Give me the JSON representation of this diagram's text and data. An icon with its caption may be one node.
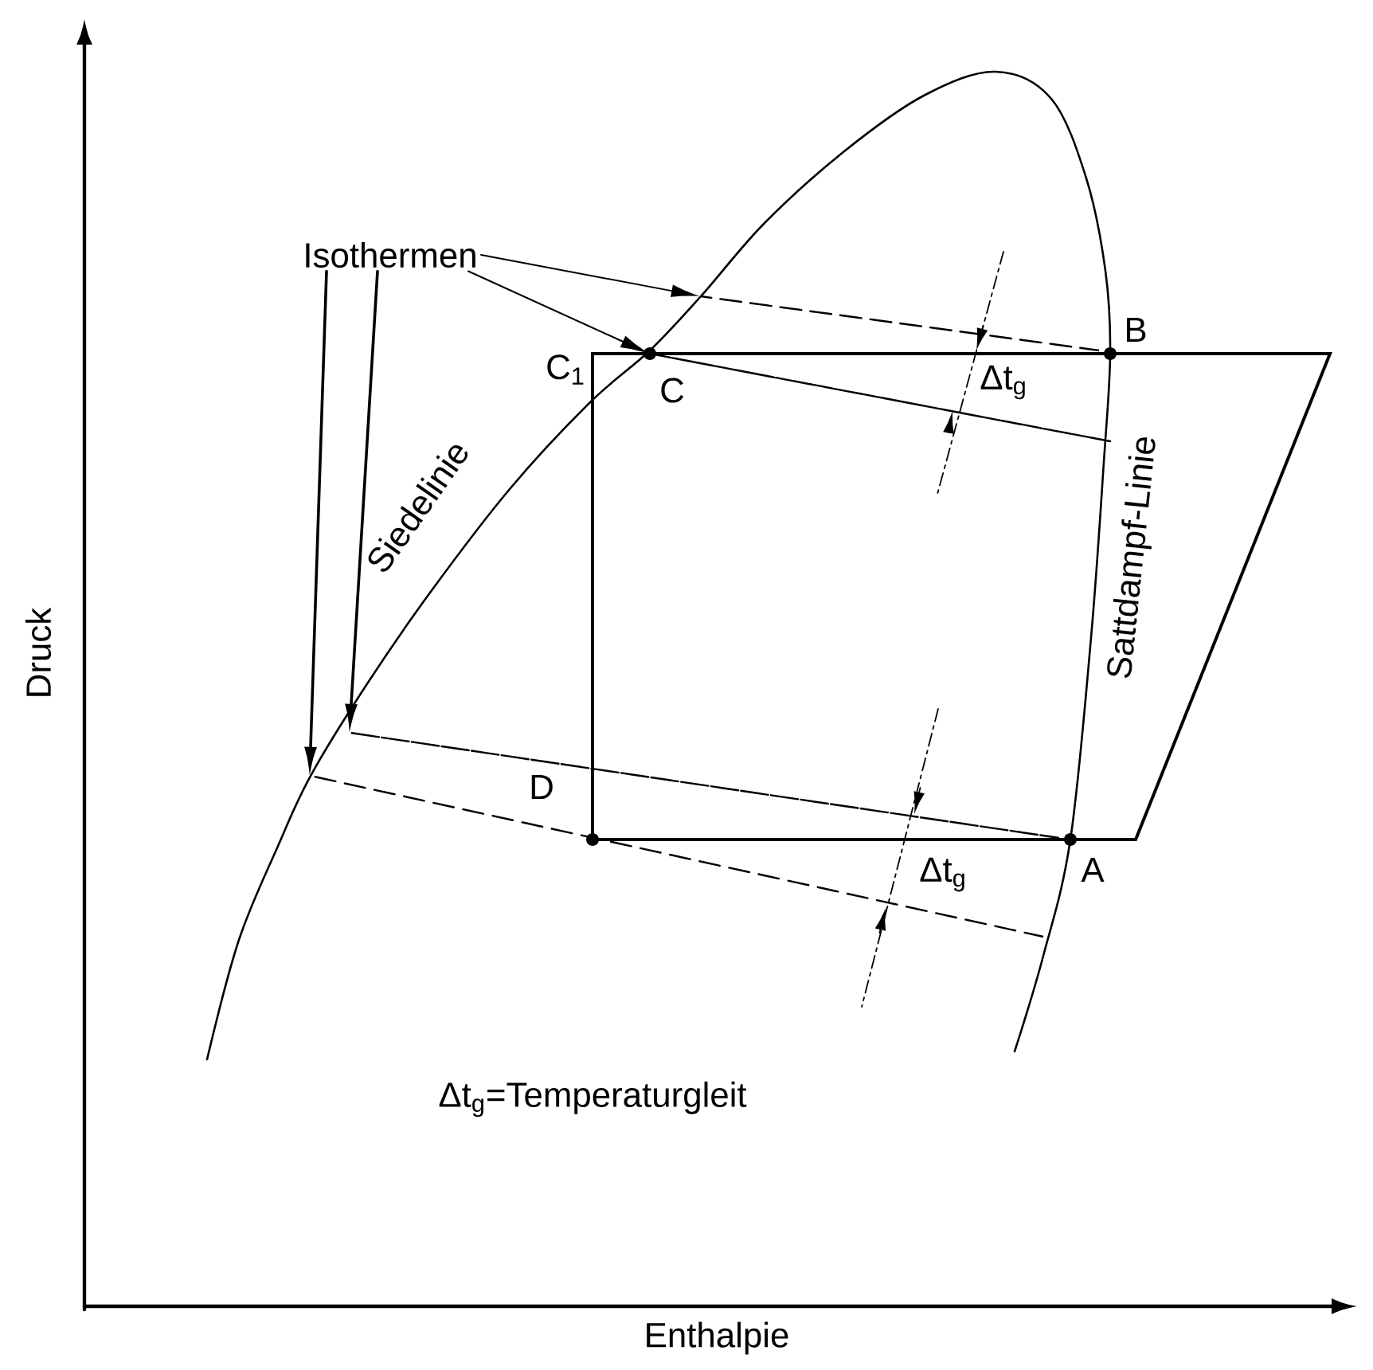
{
  "diagram": {
    "nodes": [
      {
        "text": [
          "Isothermen"
        ]
      },
      {
        "text": [],
        "shape": "line"
      },
      {
        "text": [],
        "shape": "line"
      },
      {
        "text": [],
        "shape": "line"
      },
      {
        "text": [],
        "shape": "line"
      }
    ],
    "edges": [
      {
        "from": 0,
        "to": 1,
        "arrow": "to"
      },
      {
        "from": 0,
        "to": 2,
        "arrow": "to"
      },
      {
        "from": 0,
        "to": 4,
        "arrow": "to"
      },
      {
        "from": 0,
        "to": 3,
        "arrow": "to"
      }
    ],
    "labels": [
      "C$_{1}$",
      "C",
      "B",
      "Δt$_{g}$",
      "Siedelinie",
      "Sattdampf-Linie",
      "Druck",
      "D",
      "A",
      "Δt$_{g}$",
      "Δt$_{g}$=Temperaturgleit",
      "Enthalpie"
    ]
  }
}
